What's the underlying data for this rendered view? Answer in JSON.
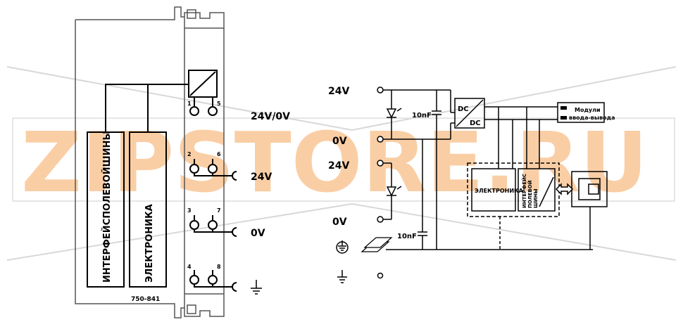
{
  "watermark": {
    "text": "ZIPSTORE.RU",
    "color": "#f5a65b"
  },
  "module": {
    "part_number": "750-841",
    "block_left": "ИНТЕРФЕЙСПОЛЕВОЙШИНЫ",
    "block_right": "ЭЛЕКТРОНИКА",
    "terminals": [
      "1",
      "5",
      "2",
      "6",
      "3",
      "7",
      "4",
      "8"
    ],
    "labels": {
      "v24_0v": "24V/0V",
      "v24": "24V",
      "v0": "0V"
    }
  },
  "schematic": {
    "v24_top": "24V",
    "v0_top": "0V",
    "v24_bottom": "24V",
    "v0_bottom": "0V",
    "cap_top": "10nF",
    "cap_bottom": "10nF",
    "dc_in": "DC",
    "dc_out": "DC",
    "electronics": "ЭЛЕКТРОНИКА",
    "fieldbus_lines": [
      "ИНТЕРФЕЙС",
      "ПОЛЕВОЙ",
      "ШИНЫ"
    ],
    "io_module_lines": [
      "Модули",
      "ввода-вывода"
    ]
  }
}
